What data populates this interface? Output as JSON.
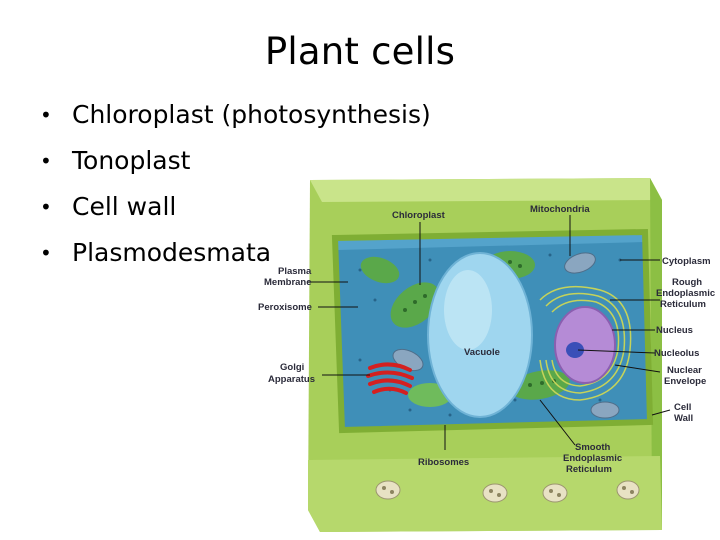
{
  "slide": {
    "title": "Plant cells",
    "bullets": [
      "Chloroplast (photosynthesis)",
      "Tonoplast",
      "Cell wall",
      "Plasmodesmata"
    ]
  },
  "diagram": {
    "labels": {
      "chloroplast": "Chloroplast",
      "mitochondria": "Mitochondria",
      "plasma_membrane_1": "Plasma",
      "plasma_membrane_2": "Membrane",
      "peroxisome": "Peroxisome",
      "golgi_1": "Golgi",
      "golgi_2": "Apparatus",
      "vacuole": "Vacuole",
      "ribosomes": "Ribosomes",
      "smooth_er_1": "Smooth",
      "smooth_er_2": "Endoplasmic",
      "smooth_er_3": "Reticulum",
      "cytoplasm": "Cytoplasm",
      "rough_er_1": "Rough",
      "rough_er_2": "Endoplasmic",
      "rough_er_3": "Reticulum",
      "nucleus": "Nucleus",
      "nucleolus": "Nucleolus",
      "nuclear_env_1": "Nuclear",
      "nuclear_env_2": "Envelope",
      "cell_wall_1": "Cell",
      "cell_wall_2": "Wall"
    },
    "colors": {
      "cell_wall": "#a8cf5a",
      "cell_wall_dark": "#7fae34",
      "cytoplasm": "#3f8fb8",
      "vacuole": "#9fd6ef",
      "chloroplast": "#5aa84a",
      "golgi": "#d42020",
      "nucleus": "#b58bd6"
    }
  }
}
